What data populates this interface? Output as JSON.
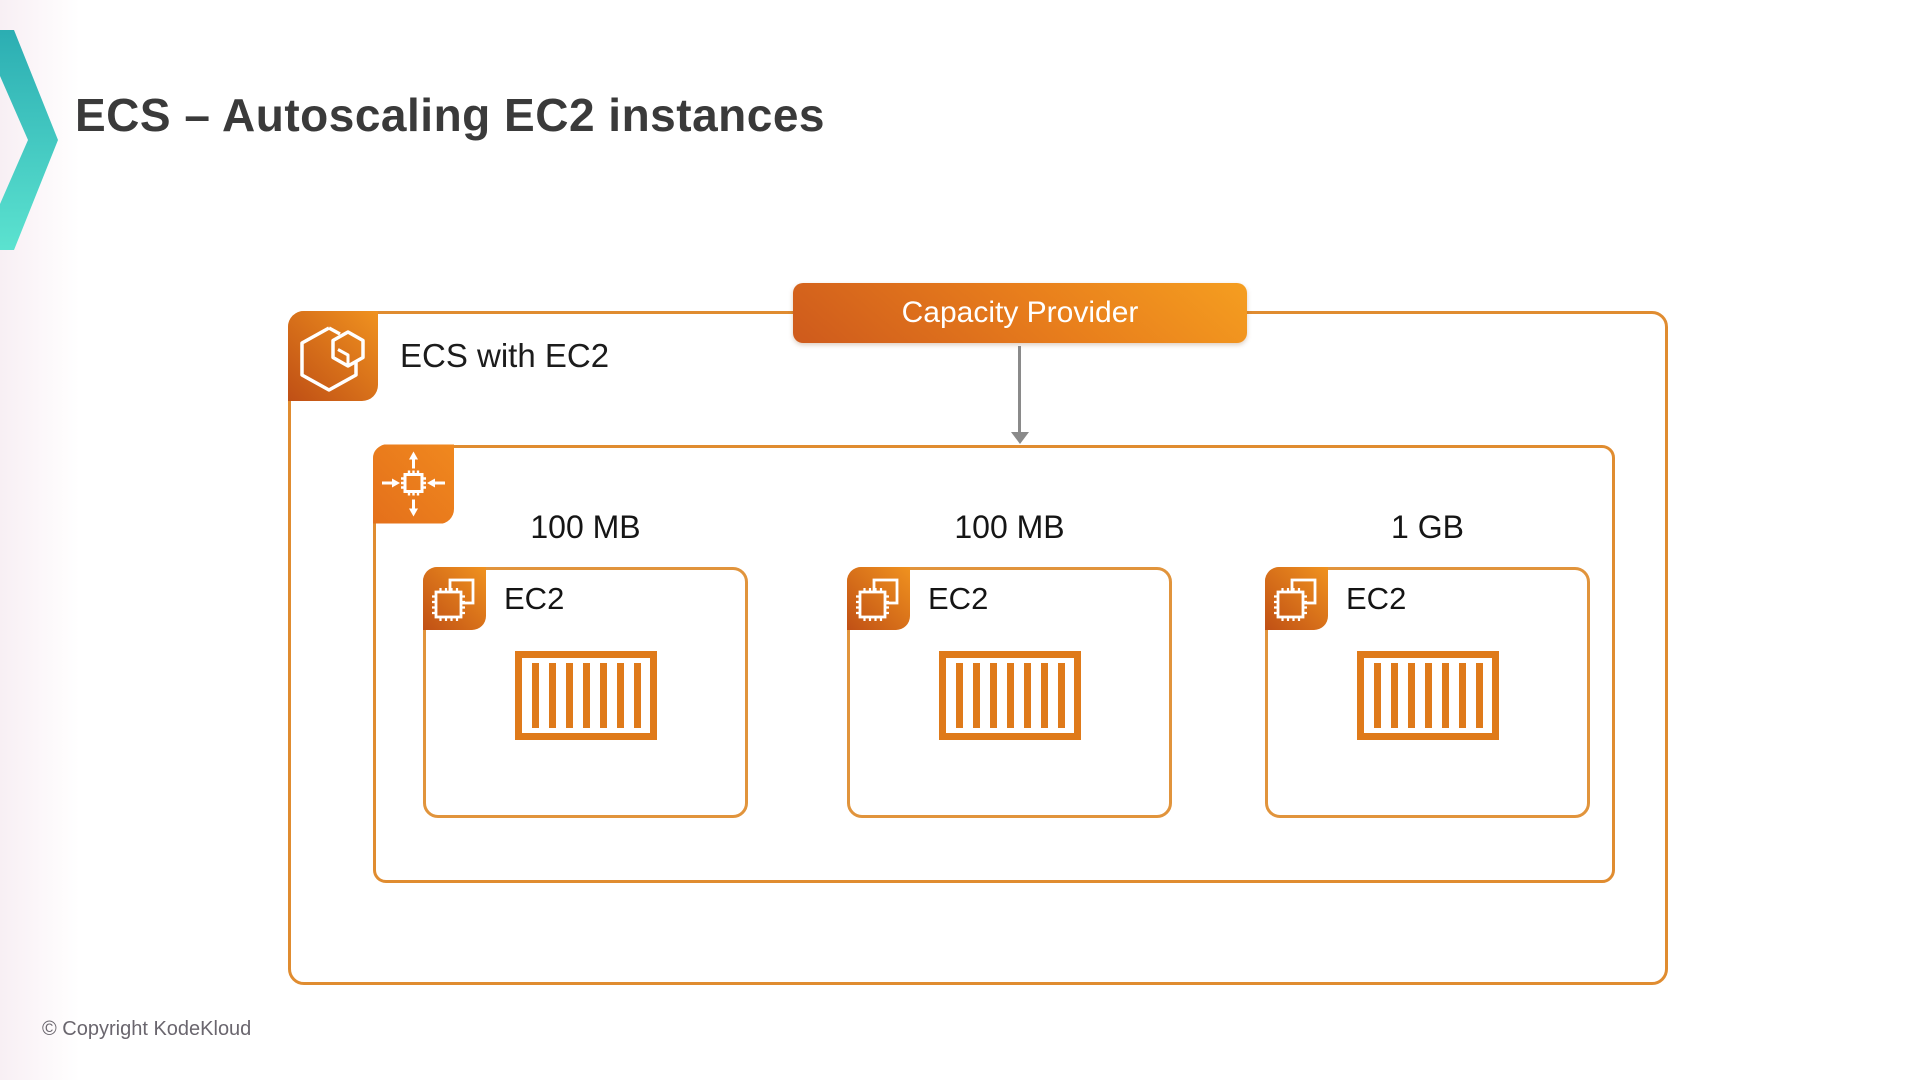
{
  "slide": {
    "title": "ECS – Autoscaling EC2 instances",
    "footer": "© Copyright KodeKloud",
    "decor": {
      "chevron_icon": "kodekloud-chevron-icon"
    }
  },
  "diagram": {
    "capacity_provider": {
      "label": "Capacity Provider"
    },
    "cluster": {
      "label": "ECS with EC2",
      "icon": "ecs-service-icon"
    },
    "autoscaling_group": {
      "icon": "autoscaling-icon"
    },
    "connector": {
      "from": "capacity_provider",
      "to": "autoscaling_group",
      "style": "gray-arrow-down"
    },
    "instances": [
      {
        "memory": "100 MB",
        "label": "EC2",
        "icon": "ec2-icon",
        "content_icon": "container-icon"
      },
      {
        "memory": "100 MB",
        "label": "EC2",
        "icon": "ec2-icon",
        "content_icon": "container-icon"
      },
      {
        "memory": "1 GB",
        "label": "EC2",
        "icon": "ec2-icon",
        "content_icon": "container-icon"
      }
    ]
  },
  "colors": {
    "box_border_orange": "#E08C30",
    "card_border_orange": "#E1943C",
    "container_orange": "#DF7A1A",
    "icon_gradient_dark": "#BF4F15",
    "icon_gradient_light": "#F0921F",
    "badge_gradient_dark": "#CE5A1C",
    "badge_gradient_light": "#F59E20",
    "chevron_teal_dark": "#2BADB2",
    "chevron_teal_light": "#5CE3D0",
    "arrow_gray": "#8A8A8A",
    "title_text": "#3A3A3A",
    "footer_text": "#6A666E"
  }
}
